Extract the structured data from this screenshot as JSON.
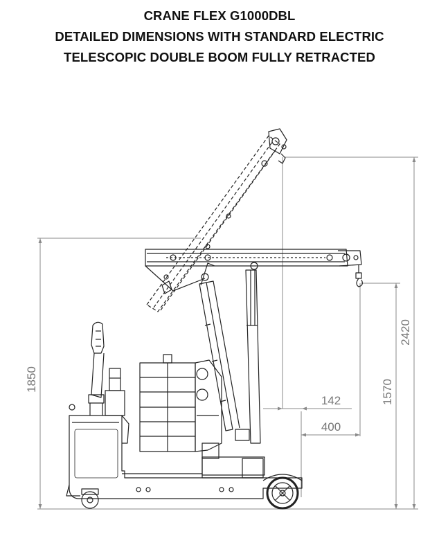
{
  "title": {
    "line1": "CRANE FLEX G1000DBL",
    "line2": "DETAILED DIMENSIONS WITH STANDARD ELECTRIC",
    "line3": "TELESCOPIC DOUBLE BOOM FULLY RETRACTED"
  },
  "dimensions": {
    "overall_height": "1850",
    "max_hook_height": "2420",
    "hook_height_lower": "1570",
    "offset_short": "142",
    "offset_long": "400"
  },
  "colors": {
    "line": "#222222",
    "dimension": "#8a8a8a",
    "title": "#111111"
  }
}
